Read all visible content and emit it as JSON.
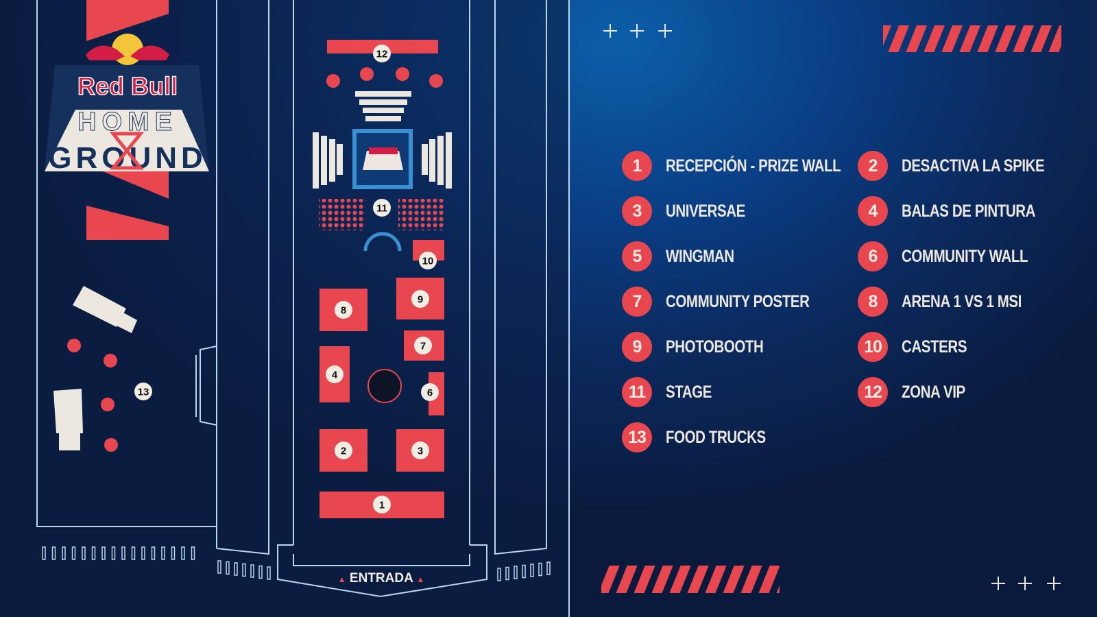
{
  "logo": {
    "brand": "Red Bull",
    "event_line1": "HOME",
    "event_line2": "GROUND"
  },
  "map": {
    "entrance_label": "ENTRADA",
    "zone_badges": [
      "1",
      "2",
      "3",
      "4",
      "5",
      "6",
      "7",
      "8",
      "9",
      "10",
      "11",
      "12",
      "13"
    ]
  },
  "legend": {
    "items": [
      {
        "num": "1",
        "label": "RECEPCIÓN - PRIZE WALL"
      },
      {
        "num": "2",
        "label": "DESACTIVA LA SPIKE"
      },
      {
        "num": "3",
        "label": "UNIVERSAE"
      },
      {
        "num": "4",
        "label": "BALAS DE PINTURA"
      },
      {
        "num": "5",
        "label": "WINGMAN"
      },
      {
        "num": "6",
        "label": "COMMUNITY WALL"
      },
      {
        "num": "7",
        "label": "COMMUNITY POSTER"
      },
      {
        "num": "8",
        "label": "ARENA 1 VS 1 MSI"
      },
      {
        "num": "9",
        "label": "PHOTOBOOTH"
      },
      {
        "num": "10",
        "label": "CASTERS"
      },
      {
        "num": "11",
        "label": "STAGE"
      },
      {
        "num": "12",
        "label": "ZONA VIP"
      },
      {
        "num": "13",
        "label": "FOOD TRUCKS"
      }
    ]
  },
  "colors": {
    "accent": "#e8474f",
    "line": "#bcd6ee",
    "cream": "#f1ece4",
    "stage_blue": "#3a8fd0"
  }
}
